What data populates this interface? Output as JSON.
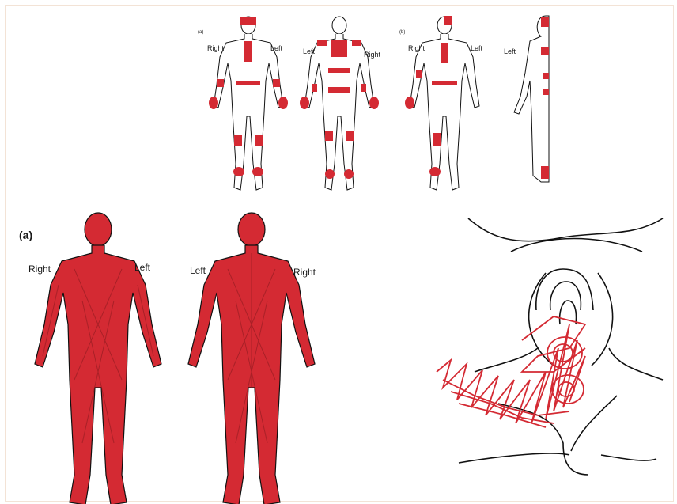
{
  "top_panel": {
    "panel_markers": [
      "(a)",
      "(b)"
    ],
    "labels": {
      "fig1_right": "Right",
      "fig1_left": "Left",
      "fig2_left": "Left",
      "fig2_right": "Right",
      "fig3_right": "Right",
      "fig3_left": "Left",
      "fig4_left": "Left"
    }
  },
  "bottom_left_panel": {
    "panel_label": "(a)",
    "labels": {
      "front_right": "Right",
      "front_left": "Left",
      "back_left": "Left",
      "back_right": "Right"
    }
  },
  "colors": {
    "shading": "#d42a33",
    "outline": "#111111",
    "border": "#f3e3d6"
  }
}
